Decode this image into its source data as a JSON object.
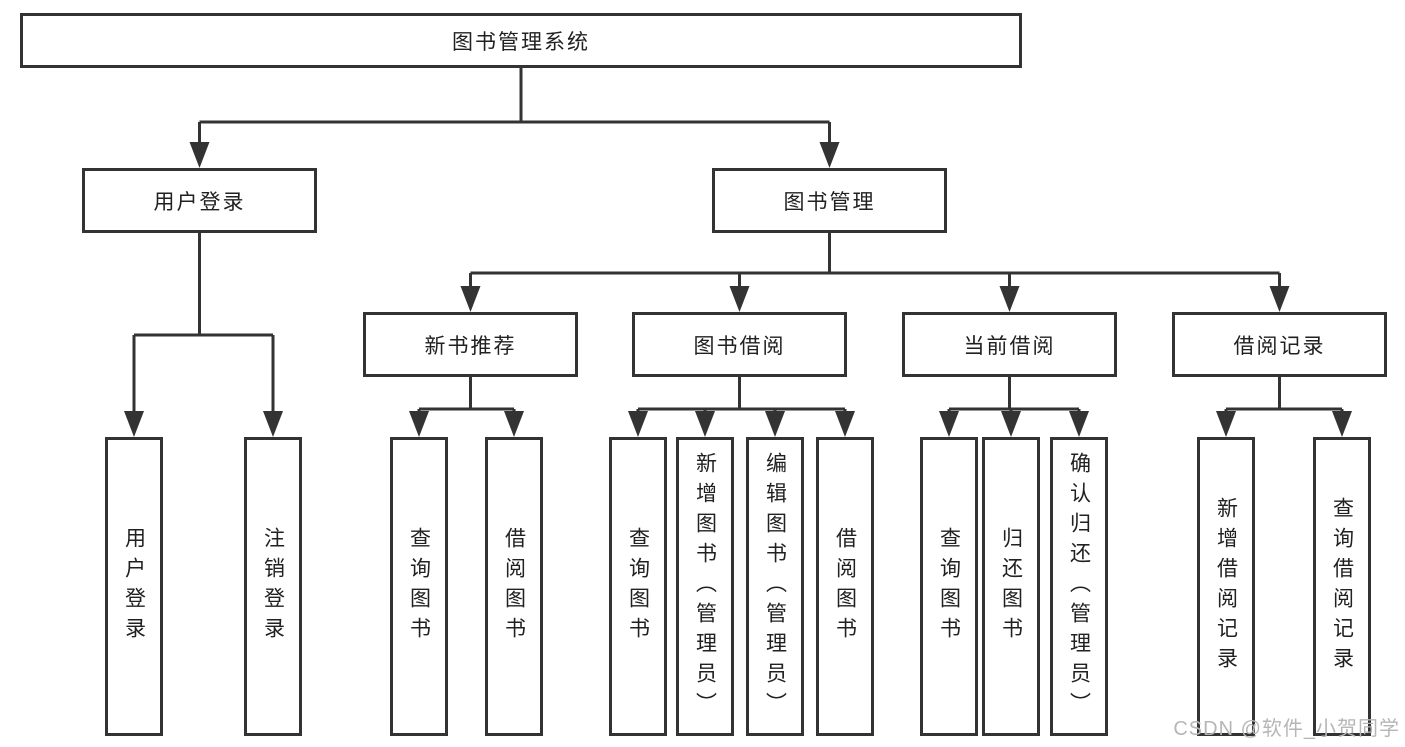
{
  "diagram": {
    "root": {
      "label": "图书管理系统"
    },
    "level2": {
      "user_login": {
        "label": "用户登录"
      },
      "book_mgmt": {
        "label": "图书管理"
      }
    },
    "level3": {
      "new_books": {
        "label": "新书推荐"
      },
      "book_borrow": {
        "label": "图书借阅"
      },
      "current_borrow": {
        "label": "当前借阅"
      },
      "borrow_records": {
        "label": "借阅记录"
      }
    },
    "leaves": {
      "user_login_leaf": {
        "label": "用户登录"
      },
      "logout": {
        "label": "注销登录"
      },
      "nb_query_books": {
        "label": "查询图书"
      },
      "nb_borrow_books": {
        "label": "借阅图书"
      },
      "bb_query_books": {
        "label": "查询图书"
      },
      "bb_add_books_admin": {
        "label": "新增图书（管理员）"
      },
      "bb_edit_books_admin": {
        "label": "编辑图书（管理员）"
      },
      "bb_borrow_books": {
        "label": "借阅图书"
      },
      "cb_query_books": {
        "label": "查询图书"
      },
      "cb_return_books": {
        "label": "归还图书"
      },
      "cb_confirm_return_admin": {
        "label": "确认归还（管理员）"
      },
      "br_add_record": {
        "label": "新增借阅记录"
      },
      "br_query_record": {
        "label": "查询借阅记录"
      }
    }
  },
  "watermark": {
    "text": "CSDN @软件_小贺同学"
  },
  "colors": {
    "line": "#333333",
    "box_border": "#333333",
    "text": "#212121",
    "watermark": "#b6b6b6",
    "background": "#ffffff"
  }
}
